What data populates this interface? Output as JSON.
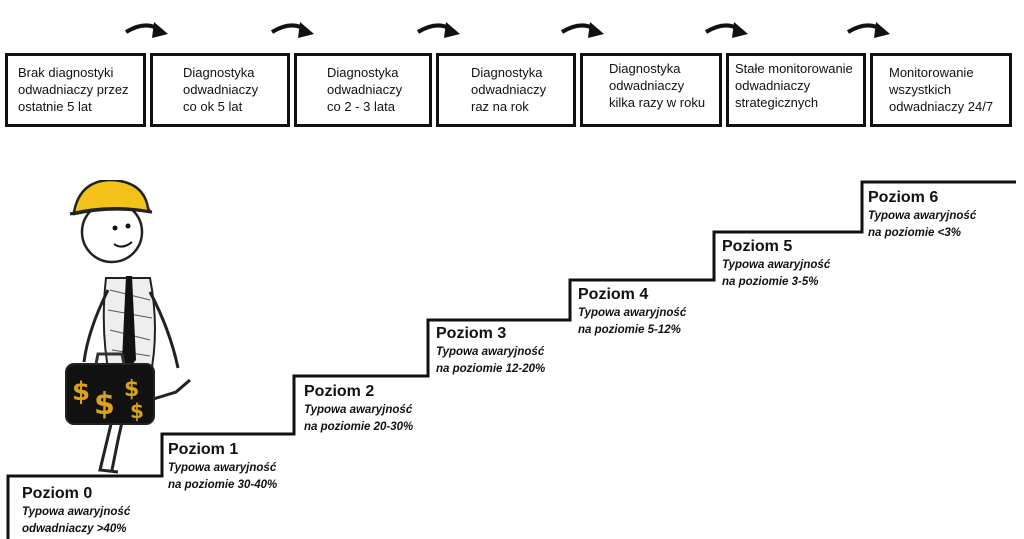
{
  "steps": [
    {
      "lines": [
        "Brak diagnostyki",
        "odwadniaczy przez",
        "ostatnie 5 lat"
      ]
    },
    {
      "lines": [
        "Diagnostyka",
        "odwadniaczy",
        "co ok 5 lat"
      ]
    },
    {
      "lines": [
        "Diagnostyka",
        "odwadniaczy",
        "co 2 - 3 lata"
      ]
    },
    {
      "lines": [
        "Diagnostyka",
        "odwadniaczy",
        "raz na rok"
      ]
    },
    {
      "lines": [
        "Diagnostyka",
        "odwadniaczy",
        "kilka razy w roku"
      ]
    },
    {
      "lines": [
        "Stałe monitorowanie",
        "odwadniaczy",
        "strategicznych"
      ]
    },
    {
      "lines": [
        "Monitorowanie",
        "wszystkich",
        "odwadniaczy 24/7"
      ]
    }
  ],
  "levels": [
    {
      "name": "Poziom 0",
      "desc1": "Typowa awaryjność",
      "desc2": "odwadniaczy >40%"
    },
    {
      "name": "Poziom 1",
      "desc1": "Typowa awaryjność",
      "desc2": "na poziomie 30-40%"
    },
    {
      "name": "Poziom 2",
      "desc1": "Typowa awaryjność",
      "desc2": "na poziomie 20-30%"
    },
    {
      "name": "Poziom 3",
      "desc1": "Typowa awaryjność",
      "desc2": "na poziomie 12-20%"
    },
    {
      "name": "Poziom 4",
      "desc1": "Typowa awaryjność",
      "desc2": "na poziomie 5-12%"
    },
    {
      "name": "Poziom 5",
      "desc1": "Typowa awaryjność",
      "desc2": "na poziomie 3-5%"
    },
    {
      "name": "Poziom 6",
      "desc1": "Typowa awaryjność",
      "desc2": "na poziomie  <3%"
    }
  ],
  "colors": {
    "helmet": "#f2c21b",
    "dollar": "#d9a21a",
    "line": "#111111"
  },
  "figure": {
    "icons": [
      "worker-figure",
      "hard-hat-icon",
      "briefcase-icon",
      "dollar-sign-icon"
    ]
  }
}
